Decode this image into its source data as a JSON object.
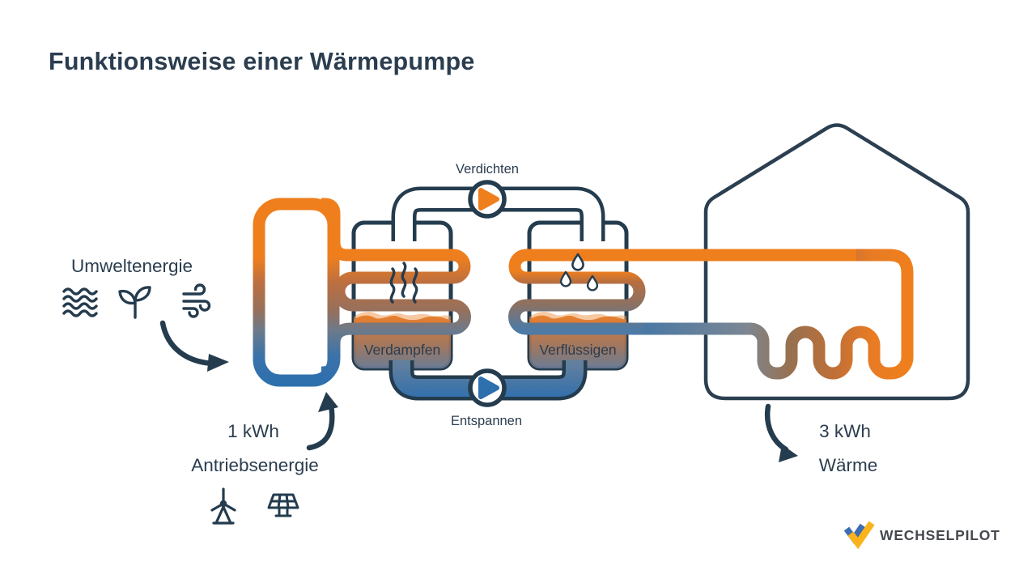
{
  "title": "Funktionsweise einer Wärmepumpe",
  "source": {
    "label": "Umweltenergie",
    "icons": [
      "waves-icon",
      "sprout-icon",
      "wind-icon"
    ]
  },
  "input": {
    "value": "1 kWh",
    "label": "Antriebsenergie",
    "icons": [
      "wind-turbine-icon",
      "solar-panel-icon"
    ]
  },
  "output": {
    "value": "3 kWh",
    "label": "Wärme"
  },
  "process": {
    "compress": "Verdichten",
    "expand": "Entspannen",
    "evaporate": "Verdampfen",
    "condense": "Verflüssigen"
  },
  "logo": {
    "text": "WECHSELPILOT"
  },
  "colors": {
    "ink": "#2b3d4f",
    "pipe_outline": "#243c4e",
    "hot_orange": "#ef7f1d",
    "cold_blue": "#2e6fad",
    "transition_brown": "#9b7055",
    "transition_steel": "#5e7a94",
    "logo_blue": "#3e6db3",
    "logo_yellow": "#fab31a"
  }
}
